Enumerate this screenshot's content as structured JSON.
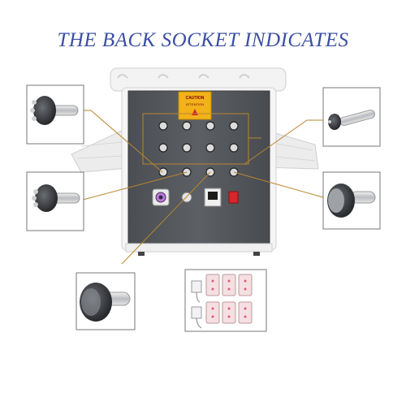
{
  "page": {
    "title": "THE BACK SOCKET INDICATES"
  },
  "device": {
    "warning_label_line1": "CAUTION",
    "warning_label_line2": "ATTENTION"
  },
  "colors": {
    "title": "#3b4fa3",
    "connector_line": "#b8862e",
    "panel": "#54575c",
    "warning_label": "#f2b21b",
    "power_switch": "#d8262b"
  },
  "callouts": [
    {
      "icon": "rf-probe-6-pole-icon"
    },
    {
      "icon": "rf-probe-slim-icon"
    },
    {
      "icon": "rf-probe-4-pole-icon"
    },
    {
      "icon": "cavitation-probe-icon"
    },
    {
      "icon": "cavitation-probe-large-icon"
    },
    {
      "icon": "lipo-laser-pads-icon"
    }
  ]
}
